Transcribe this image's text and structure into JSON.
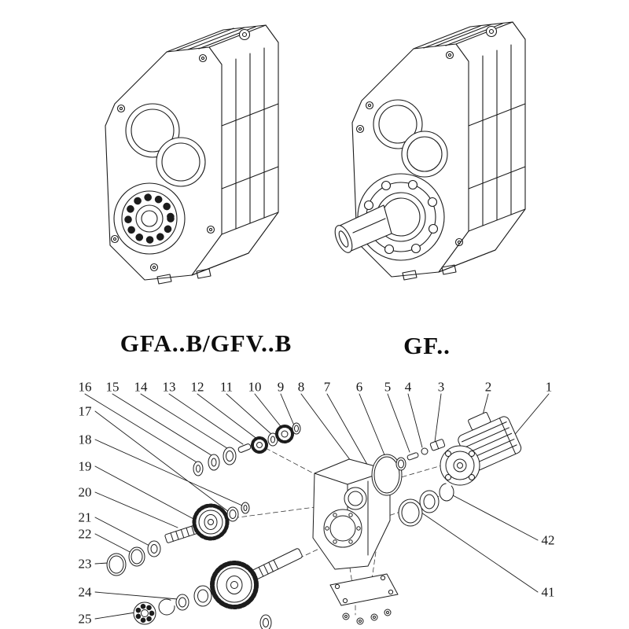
{
  "page": {
    "background": "#ffffff",
    "line_color": "#1c1c1c"
  },
  "products": [
    {
      "label": "GFA..B/GFV..B"
    },
    {
      "label": "GF.."
    }
  ],
  "exploded_view": {
    "callouts_top": [
      "16",
      "15",
      "14",
      "13",
      "12",
      "11",
      "10",
      "9",
      "8",
      "7",
      "6",
      "5",
      "4",
      "3",
      "2",
      "1"
    ],
    "callouts_left": [
      "17",
      "18",
      "19",
      "20",
      "21",
      "22",
      "23",
      "24",
      "25"
    ],
    "callouts_right": [
      "42",
      "41"
    ]
  }
}
